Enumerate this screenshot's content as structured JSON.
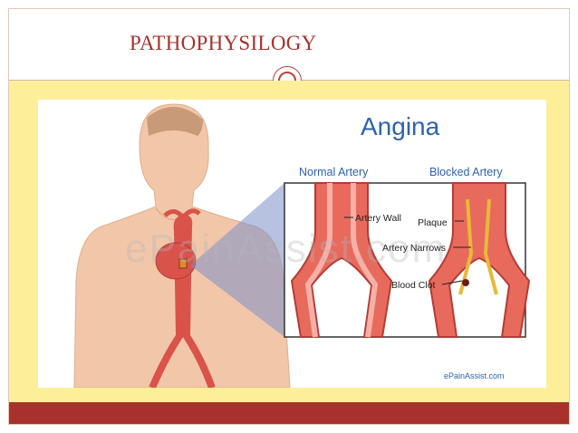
{
  "slide": {
    "title": "PATHOPHYSILOGY"
  },
  "illustration": {
    "heading": "Angina",
    "normal_label": "Normal Artery",
    "blocked_label": "Blocked Artery",
    "labels": {
      "artery_wall": "Artery Wall",
      "plaque": "Plaque",
      "artery_narrows": "Artery Narrows",
      "blood_clot": "Blood Clot"
    },
    "watermark": "ePainAssist.com",
    "credit": "ePainAssist.com"
  },
  "colors": {
    "title": "#a8312b",
    "content_background": "#fdee9a",
    "footer_bar": "#a8312b",
    "heading_blue": "#2e63ae",
    "artery_red": "#d9534a",
    "plaque_yellow": "#e8b83a"
  }
}
